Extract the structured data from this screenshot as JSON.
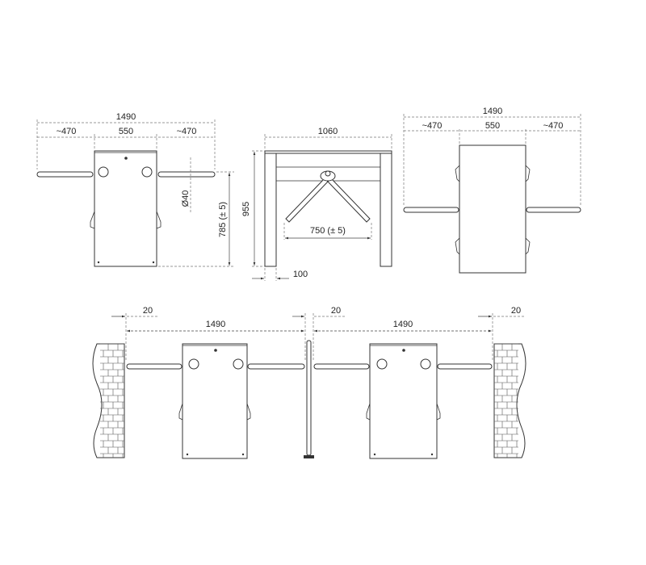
{
  "front_view": {
    "overall_width": "1490",
    "arm_left": "~470",
    "body_width": "550",
    "arm_right": "~470",
    "arm_diameter": "Ø40",
    "arm_height": "785 (± 5)"
  },
  "side_view": {
    "width": "1060",
    "height": "955",
    "arm_span": "750 (± 5)",
    "post_width": "100"
  },
  "top_view": {
    "overall_width": "1490",
    "arm_left": "~470",
    "body_width": "550",
    "arm_right": "~470"
  },
  "installation_view": {
    "gap_left": "20",
    "gap_middle": "20",
    "gap_right": "20",
    "passage_left": "1490",
    "passage_right": "1490"
  },
  "colors": {
    "line": "#333333",
    "dimension": "#777777",
    "background": "#ffffff"
  }
}
